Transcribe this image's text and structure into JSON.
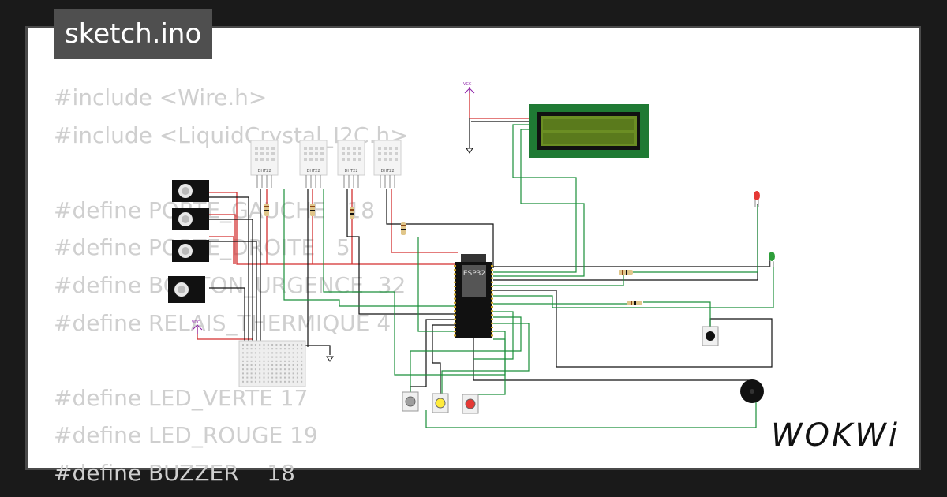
{
  "header": {
    "file_tab": "sketch.ino"
  },
  "editor": {
    "code_lines": [
      "#include <Wire.h>",
      "#include <LiquidCrystal_I2C.h>",
      "",
      "#define PORTE_GAUCHE   18",
      "#define PORTE_DROITE   5",
      "#define BOUTON_URGENCE  32",
      "#define RELAIS_THERMIQUE 4",
      "",
      "#define LED_VERTE 17",
      "#define LED_ROUGE 19",
      "#define BUZZER    18"
    ]
  },
  "circuit": {
    "mcu_label": "ESP32",
    "sensor_label": "DHT22",
    "vcc_label": "VCC",
    "led_colors": {
      "red": "#e53935",
      "green": "#2e9e3a"
    },
    "button_colors": [
      "#9e9e9e",
      "#ffeb3b",
      "#e53935"
    ],
    "wire_colors": {
      "red": "#d32f2f",
      "green": "#1a8f3a",
      "black": "#111111",
      "purple": "#8e24aa"
    },
    "lcd_color": "#1f7a34"
  },
  "brand": {
    "logo_text": "WOKWi"
  }
}
